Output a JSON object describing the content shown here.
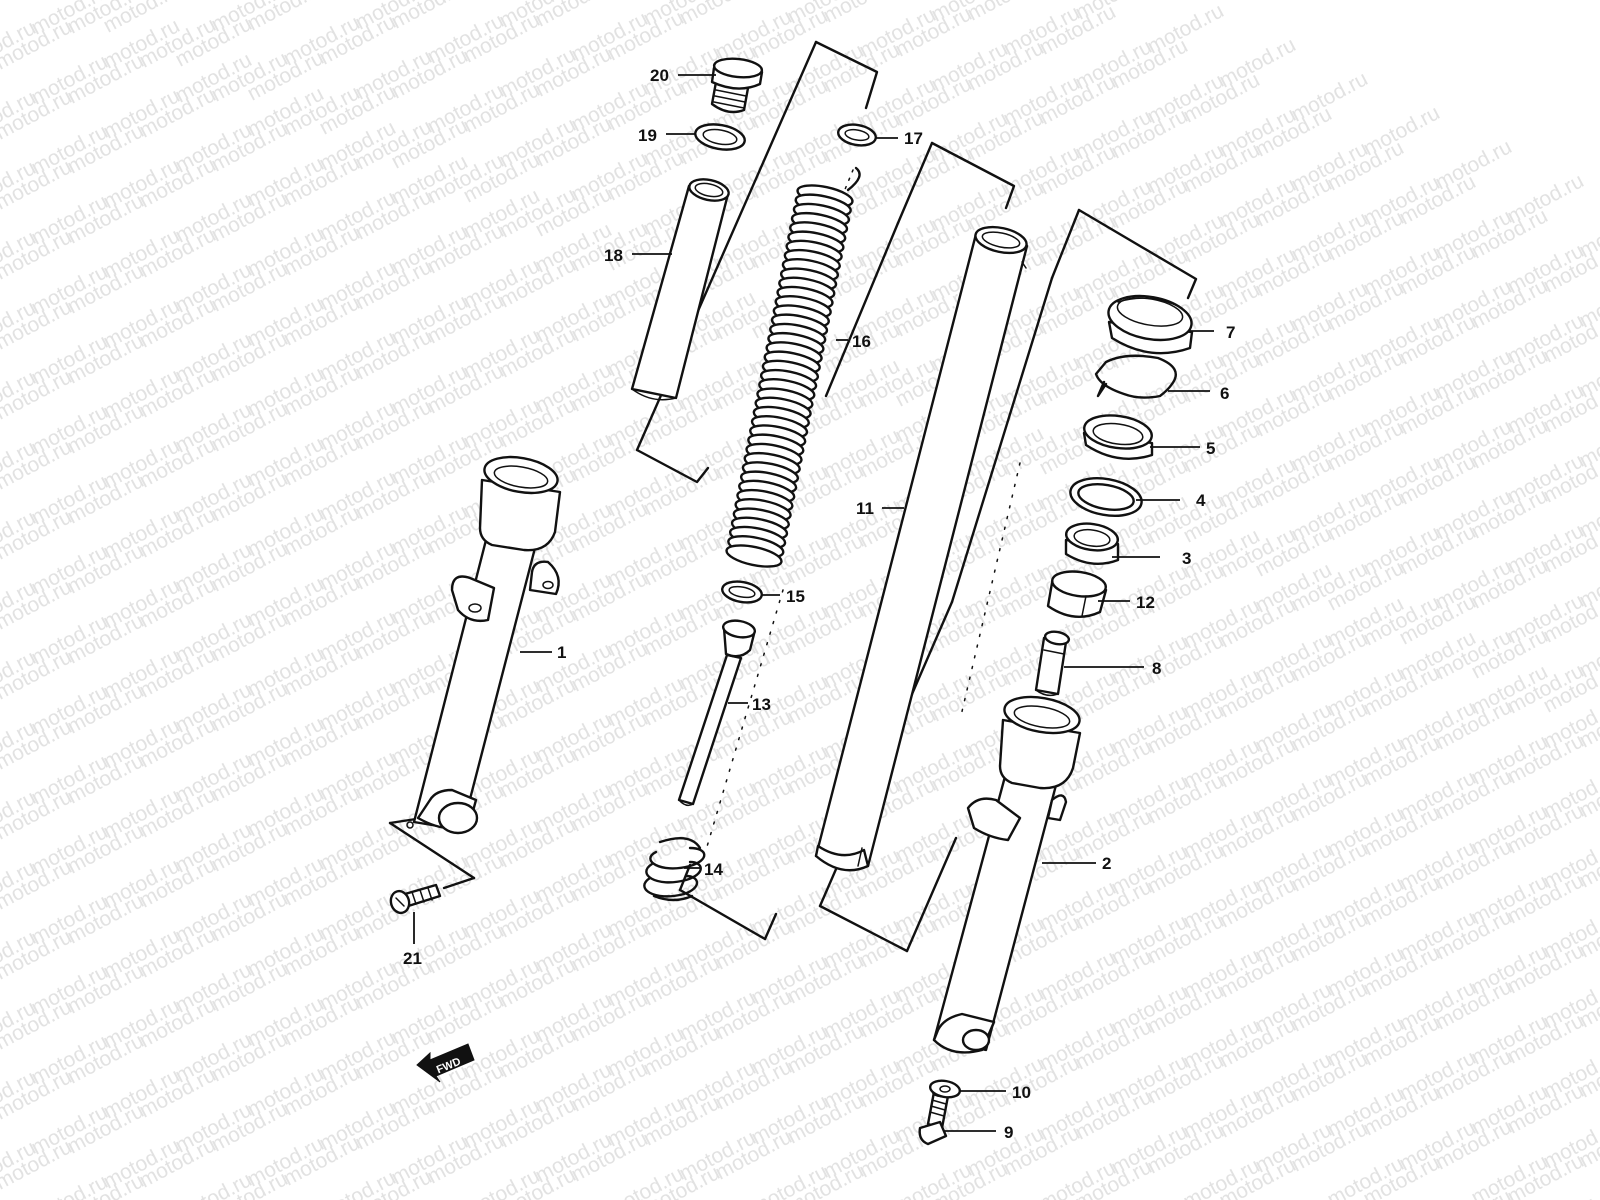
{
  "watermark": {
    "text": "motod.ru"
  },
  "direction_marker": {
    "label": "FWD"
  },
  "callouts": [
    {
      "id": "1",
      "label": "1",
      "part": "left-outer-tube"
    },
    {
      "id": "2",
      "label": "2",
      "part": "right-outer-tube"
    },
    {
      "id": "3",
      "label": "3",
      "part": "bushing"
    },
    {
      "id": "4",
      "label": "4",
      "part": "washer"
    },
    {
      "id": "5",
      "label": "5",
      "part": "oil-seal"
    },
    {
      "id": "6",
      "label": "6",
      "part": "stopper-ring"
    },
    {
      "id": "7",
      "label": "7",
      "part": "dust-seal"
    },
    {
      "id": "8",
      "label": "8",
      "part": "oil-lock-piece"
    },
    {
      "id": "9",
      "label": "9",
      "part": "drain-bolt"
    },
    {
      "id": "10",
      "label": "10",
      "part": "gasket"
    },
    {
      "id": "11",
      "label": "11",
      "part": "inner-tube"
    },
    {
      "id": "12",
      "label": "12",
      "part": "slide-bushing"
    },
    {
      "id": "13",
      "label": "13",
      "part": "damper-rod"
    },
    {
      "id": "14",
      "label": "14",
      "part": "rebound-spring"
    },
    {
      "id": "15",
      "label": "15",
      "part": "damper-rod-ring"
    },
    {
      "id": "16",
      "label": "16",
      "part": "fork-spring"
    },
    {
      "id": "17",
      "label": "17",
      "part": "spring-seat"
    },
    {
      "id": "18",
      "label": "18",
      "part": "spacer"
    },
    {
      "id": "19",
      "label": "19",
      "part": "o-ring"
    },
    {
      "id": "20",
      "label": "20",
      "part": "cap-bolt"
    },
    {
      "id": "21",
      "label": "21",
      "part": "damper-rod-bolt"
    }
  ]
}
